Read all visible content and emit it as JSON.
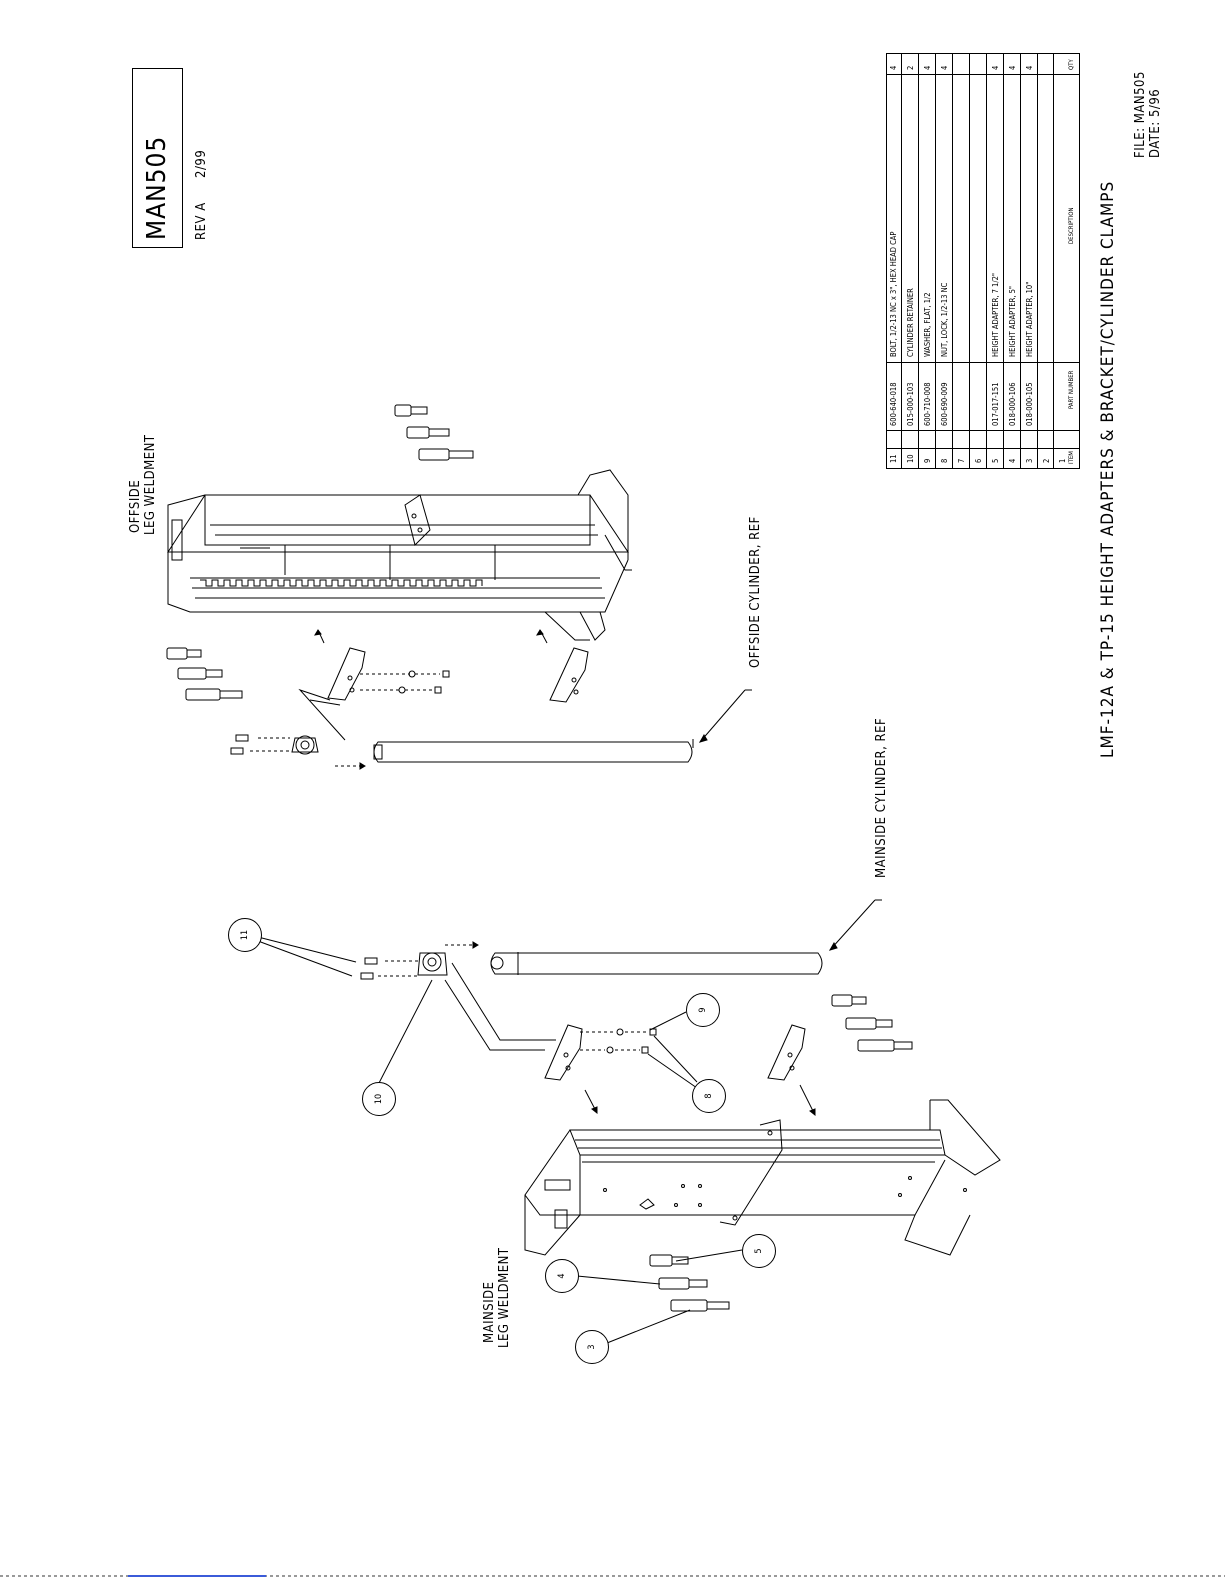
{
  "stamp": {
    "drawing_no": "MAN505",
    "rev": "REV A",
    "rev_date": "2/99"
  },
  "title": "LMF-12A & TP-15 HEIGHT ADAPTERS & BRACKET/CYLINDER CLAMPS",
  "file": {
    "file": "FILE: MAN505",
    "date": "DATE: 5/96"
  },
  "labels": {
    "offside_leg_line1": "OFFSIDE",
    "offside_leg_line2": "LEG WELDMENT",
    "mainside_leg_line1": "MAINSIDE",
    "mainside_leg_line2": "LEG WELDMENT",
    "offside_cylinder": "OFFSIDE CYLINDER, REF",
    "mainside_cylinder": "MAINSIDE CYLINDER, REF"
  },
  "balloons": [
    "11",
    "10",
    "9",
    "8",
    "5",
    "4",
    "3"
  ],
  "bom": {
    "headers": {
      "item": "ITEM",
      "part_number": "PART NUMBER",
      "description": "DESCRIPTION",
      "qty": "QTY"
    },
    "rows": [
      {
        "item": "11",
        "part": "600-640-018",
        "desc": "BOLT, 1/2-13 NC x 3\", HEX HEAD CAP",
        "qty": "4"
      },
      {
        "item": "10",
        "part": "015-000-103",
        "desc": "CYLINDER RETAINER",
        "qty": "2"
      },
      {
        "item": "9",
        "part": "600-710-008",
        "desc": "WASHER, FLAT, 1/2",
        "qty": "4"
      },
      {
        "item": "8",
        "part": "600-690-009",
        "desc": "NUT, LOCK, 1/2-13 NC",
        "qty": "4"
      },
      {
        "item": "7",
        "part": "",
        "desc": "",
        "qty": ""
      },
      {
        "item": "6",
        "part": "",
        "desc": "",
        "qty": ""
      },
      {
        "item": "5",
        "part": "017-017-151",
        "desc": "HEIGHT ADAPTER, 7 1/2\"",
        "qty": "4"
      },
      {
        "item": "4",
        "part": "018-000-106",
        "desc": "HEIGHT ADAPTER, 5\"",
        "qty": "4"
      },
      {
        "item": "3",
        "part": "018-000-105",
        "desc": "HEIGHT ADAPTER, 10\"",
        "qty": "4"
      },
      {
        "item": "2",
        "part": "",
        "desc": "",
        "qty": ""
      },
      {
        "item": "1",
        "part": "",
        "desc": "",
        "qty": ""
      }
    ]
  }
}
